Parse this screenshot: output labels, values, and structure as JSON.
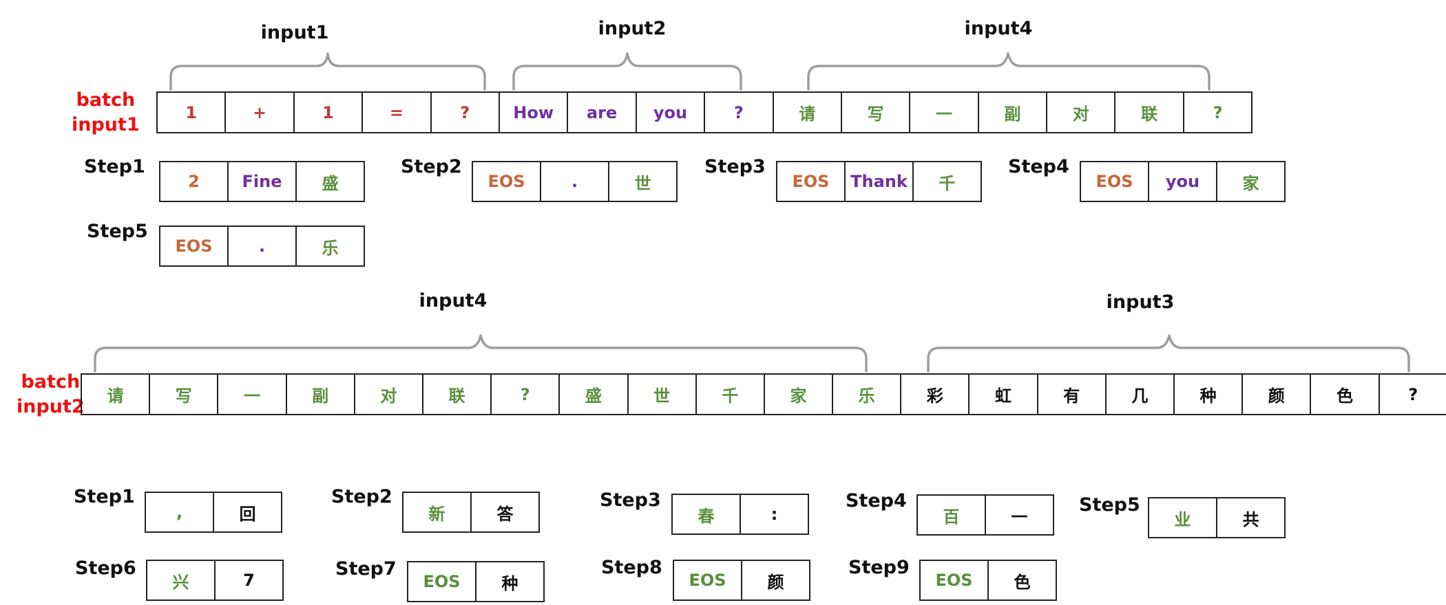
{
  "colors": {
    "red": "#c0393b",
    "purple": "#7030a0",
    "green": "#5a8f3c",
    "orange": "#c5673a",
    "black": "#111111",
    "batch_label": "#ee1111",
    "bracket": "#9e9e9e"
  },
  "batch1": {
    "label_line1": "batch",
    "label_line2": "input1",
    "group_labels": {
      "input1": "input1",
      "input2": "input2",
      "input4": "input4"
    },
    "tokens": [
      {
        "text": "1",
        "color": "red"
      },
      {
        "text": "+",
        "color": "red"
      },
      {
        "text": "1",
        "color": "red"
      },
      {
        "text": "=",
        "color": "red"
      },
      {
        "text": "?",
        "color": "red"
      },
      {
        "text": "How",
        "color": "purple"
      },
      {
        "text": "are",
        "color": "purple"
      },
      {
        "text": "you",
        "color": "purple"
      },
      {
        "text": "?",
        "color": "purple"
      },
      {
        "text": "请",
        "color": "green"
      },
      {
        "text": "写",
        "color": "green"
      },
      {
        "text": "一",
        "color": "green"
      },
      {
        "text": "副",
        "color": "green"
      },
      {
        "text": "对",
        "color": "green"
      },
      {
        "text": "联",
        "color": "green"
      },
      {
        "text": "?",
        "color": "green"
      }
    ],
    "steps": [
      {
        "label": "Step1",
        "tokens": [
          {
            "text": "2",
            "color": "orange"
          },
          {
            "text": "Fine",
            "color": "purple"
          },
          {
            "text": "盛",
            "color": "green"
          }
        ]
      },
      {
        "label": "Step2",
        "tokens": [
          {
            "text": "EOS",
            "color": "orange"
          },
          {
            "text": ".",
            "color": "purple"
          },
          {
            "text": "世",
            "color": "green"
          }
        ]
      },
      {
        "label": "Step3",
        "tokens": [
          {
            "text": "EOS",
            "color": "orange"
          },
          {
            "text": "Thank",
            "color": "purple"
          },
          {
            "text": "千",
            "color": "green"
          }
        ]
      },
      {
        "label": "Step4",
        "tokens": [
          {
            "text": "EOS",
            "color": "orange"
          },
          {
            "text": "you",
            "color": "purple"
          },
          {
            "text": "家",
            "color": "green"
          }
        ]
      },
      {
        "label": "Step5",
        "tokens": [
          {
            "text": "EOS",
            "color": "orange"
          },
          {
            "text": ".",
            "color": "purple"
          },
          {
            "text": "乐",
            "color": "green"
          }
        ]
      }
    ]
  },
  "batch2": {
    "label_line1": "batch",
    "label_line2": "input2",
    "group_labels": {
      "input4": "input4",
      "input3": "input3"
    },
    "tokens": [
      {
        "text": "请",
        "color": "green"
      },
      {
        "text": "写",
        "color": "green"
      },
      {
        "text": "一",
        "color": "green"
      },
      {
        "text": "副",
        "color": "green"
      },
      {
        "text": "对",
        "color": "green"
      },
      {
        "text": "联",
        "color": "green"
      },
      {
        "text": "?",
        "color": "green"
      },
      {
        "text": "盛",
        "color": "green"
      },
      {
        "text": "世",
        "color": "green"
      },
      {
        "text": "千",
        "color": "green"
      },
      {
        "text": "家",
        "color": "green"
      },
      {
        "text": "乐",
        "color": "green"
      },
      {
        "text": "彩",
        "color": "black"
      },
      {
        "text": "虹",
        "color": "black"
      },
      {
        "text": "有",
        "color": "black"
      },
      {
        "text": "几",
        "color": "black"
      },
      {
        "text": "种",
        "color": "black"
      },
      {
        "text": "颜",
        "color": "black"
      },
      {
        "text": "色",
        "color": "black"
      },
      {
        "text": "?",
        "color": "black"
      }
    ],
    "steps": [
      {
        "label": "Step1",
        "tokens": [
          {
            "text": ",",
            "color": "green"
          },
          {
            "text": "回",
            "color": "black"
          }
        ]
      },
      {
        "label": "Step2",
        "tokens": [
          {
            "text": "新",
            "color": "green"
          },
          {
            "text": "答",
            "color": "black"
          }
        ]
      },
      {
        "label": "Step3",
        "tokens": [
          {
            "text": "春",
            "color": "green"
          },
          {
            "text": ":",
            "color": "black"
          }
        ]
      },
      {
        "label": "Step4",
        "tokens": [
          {
            "text": "百",
            "color": "green"
          },
          {
            "text": "一",
            "color": "black"
          }
        ]
      },
      {
        "label": "Step5",
        "tokens": [
          {
            "text": "业",
            "color": "green"
          },
          {
            "text": "共",
            "color": "black"
          }
        ]
      },
      {
        "label": "Step6",
        "tokens": [
          {
            "text": "兴",
            "color": "green"
          },
          {
            "text": "7",
            "color": "black"
          }
        ]
      },
      {
        "label": "Step7",
        "tokens": [
          {
            "text": "EOS",
            "color": "green"
          },
          {
            "text": "种",
            "color": "black"
          }
        ]
      },
      {
        "label": "Step8",
        "tokens": [
          {
            "text": "EOS",
            "color": "green"
          },
          {
            "text": "颜",
            "color": "black"
          }
        ]
      },
      {
        "label": "Step9",
        "tokens": [
          {
            "text": "EOS",
            "color": "green"
          },
          {
            "text": "色",
            "color": "black"
          }
        ]
      }
    ]
  }
}
